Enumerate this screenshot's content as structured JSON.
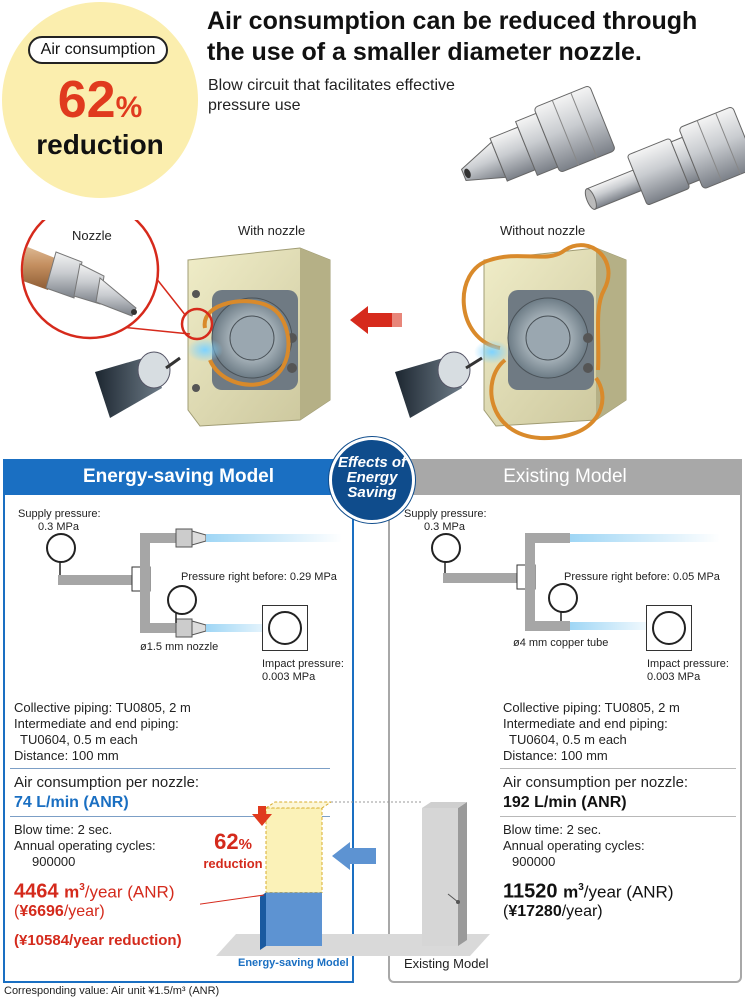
{
  "badge": {
    "pill": "Air consumption",
    "percent": "62",
    "percent_unit": "%",
    "text": "reduction"
  },
  "headline": {
    "line1": "Air consumption can be reduced through",
    "line2": "the use of a smaller diameter nozzle."
  },
  "subhead": {
    "line1": "Blow circuit that facilitates effective",
    "line2": "pressure use"
  },
  "illustration": {
    "nozzle_callout": "Nozzle",
    "with_nozzle": "With nozzle",
    "without_nozzle": "Without nozzle"
  },
  "effects_badge": {
    "line1": "Effects of",
    "line2": "Energy",
    "line3": "Saving"
  },
  "energy_saving": {
    "title": "Energy-saving Model",
    "supply_label": "Supply pressure:",
    "supply_value": "0.3 MPa",
    "pressure_before": "Pressure right before: 0.29 MPa",
    "nozzle_size": "ø1.5 mm nozzle",
    "impact_label": "Impact pressure:",
    "impact_value": "0.003 MPa",
    "piping": [
      "Collective piping: TU0805, 2 m",
      "Intermediate and end piping:",
      "TU0604, 0.5 m each",
      "Distance: 100 mm"
    ],
    "air_per_nozzle_label": "Air consumption per nozzle:",
    "air_per_nozzle_value": "74 L/min (ANR)",
    "blow_time": "Blow time: 2 sec.",
    "annual_label": "Annual operating cycles:",
    "annual_value": "900000",
    "yearly_value": "4464",
    "yearly_unit_bold": "m",
    "yearly_unit_sup": "3",
    "yearly_unit_rest": "/year (ANR)",
    "yen_open": "(",
    "yen_value": "¥6696",
    "yen_rest": "/year)",
    "reduction_text": "(¥10584/year reduction)",
    "chart_percent": "62",
    "chart_percent_unit": "%",
    "chart_reduction": "reduction",
    "chart_label": "Energy-saving Model"
  },
  "existing": {
    "title": "Existing Model",
    "supply_label": "Supply pressure:",
    "supply_value": "0.3 MPa",
    "pressure_before": "Pressure right before: 0.05 MPa",
    "tube_size": "ø4 mm copper tube",
    "impact_label": "Impact pressure:",
    "impact_value": "0.003 MPa",
    "piping": [
      "Collective piping: TU0805, 2 m",
      "Intermediate and end piping:",
      "TU0604, 0.5 m each",
      "Distance: 100 mm"
    ],
    "air_per_nozzle_label": "Air consumption per nozzle:",
    "air_per_nozzle_value": "192 L/min (ANR)",
    "blow_time": "Blow time: 2 sec.",
    "annual_label": "Annual operating cycles:",
    "annual_value": "900000",
    "yearly_value": "11520",
    "yearly_unit_bold": "m",
    "yearly_unit_sup": "3",
    "yearly_unit_rest": "/year (ANR)",
    "yen_open": "(",
    "yen_value": "¥17280",
    "yen_rest": "/year)",
    "chart_label": "Existing Model"
  },
  "bars": {
    "existing_consumption": 11520,
    "energy_saving_consumption": 4464
  },
  "footnote": "Corresponding value: Air unit ¥1.5/m³ (ANR)",
  "colors": {
    "accent_blue": "#1a6fc2",
    "accent_red": "#d42a1c",
    "badge_yellow": "#fbeeae",
    "existing_gray": "#a8a8a8"
  }
}
